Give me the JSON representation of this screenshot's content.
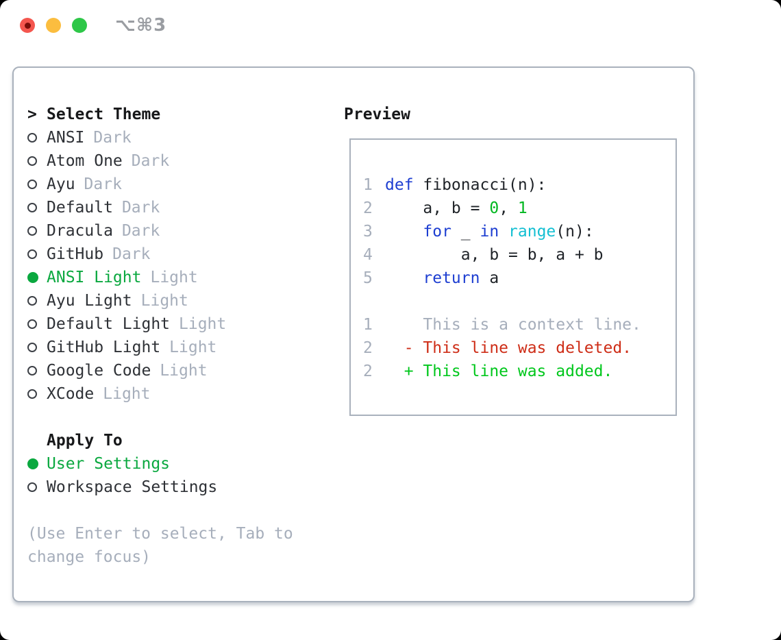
{
  "window": {
    "shortcut": "⌥⌘3",
    "buttons": {
      "close": "close",
      "minimize": "minimize",
      "zoom": "zoom"
    }
  },
  "theme_list": {
    "title_marker": ">",
    "title": "Select Theme",
    "items": [
      {
        "name": "ANSI",
        "badge": "Dark",
        "selected": false
      },
      {
        "name": "Atom One",
        "badge": "Dark",
        "selected": false
      },
      {
        "name": "Ayu",
        "badge": "Dark",
        "selected": false
      },
      {
        "name": "Default",
        "badge": "Dark",
        "selected": false
      },
      {
        "name": "Dracula",
        "badge": "Dark",
        "selected": false
      },
      {
        "name": "GitHub",
        "badge": "Dark",
        "selected": false
      },
      {
        "name": "ANSI Light",
        "badge": "Light",
        "selected": true
      },
      {
        "name": "Ayu Light",
        "badge": "Light",
        "selected": false
      },
      {
        "name": "Default Light",
        "badge": "Light",
        "selected": false
      },
      {
        "name": "GitHub Light",
        "badge": "Light",
        "selected": false
      },
      {
        "name": "Google Code",
        "badge": "Light",
        "selected": false
      },
      {
        "name": "XCode",
        "badge": "Light",
        "selected": false
      }
    ]
  },
  "apply_to": {
    "title": "Apply To",
    "options": [
      {
        "label": "User Settings",
        "selected": true
      },
      {
        "label": "Workspace Settings",
        "selected": false
      }
    ]
  },
  "hint": "(Use Enter to select, Tab to change focus)",
  "preview": {
    "title": "Preview",
    "code_lines": [
      {
        "num": "1",
        "segments": [
          {
            "text": "def",
            "cls": "kw"
          },
          {
            "text": " fibonacci(n):",
            "cls": "plain"
          }
        ]
      },
      {
        "num": "2",
        "segments": [
          {
            "text": "    a, b = ",
            "cls": "plain"
          },
          {
            "text": "0",
            "cls": "num"
          },
          {
            "text": ", ",
            "cls": "plain"
          },
          {
            "text": "1",
            "cls": "num"
          }
        ]
      },
      {
        "num": "3",
        "segments": [
          {
            "text": "    ",
            "cls": "plain"
          },
          {
            "text": "for",
            "cls": "kw"
          },
          {
            "text": " _ ",
            "cls": "plain"
          },
          {
            "text": "in",
            "cls": "kw"
          },
          {
            "text": " ",
            "cls": "plain"
          },
          {
            "text": "range",
            "cls": "builtin"
          },
          {
            "text": "(n):",
            "cls": "plain"
          }
        ]
      },
      {
        "num": "4",
        "segments": [
          {
            "text": "        a, b = b, a + b",
            "cls": "plain"
          }
        ]
      },
      {
        "num": "5",
        "segments": [
          {
            "text": "    ",
            "cls": "plain"
          },
          {
            "text": "return",
            "cls": "kw"
          },
          {
            "text": " a",
            "cls": "plain"
          }
        ]
      },
      {
        "num": "",
        "segments": []
      },
      {
        "num": "1",
        "segments": [
          {
            "text": "    This is a context line.",
            "cls": "ctx"
          }
        ]
      },
      {
        "num": "2",
        "segments": [
          {
            "text": "  - This line was deleted.",
            "cls": "del"
          }
        ]
      },
      {
        "num": "2",
        "segments": [
          {
            "text": "  + This line was added.",
            "cls": "add"
          }
        ]
      }
    ]
  },
  "colors": {
    "selection_green": "#0aa83f",
    "added_green": "#00c71c",
    "deleted_red": "#ce2d17",
    "keyword_blue": "#1d3ed1",
    "builtin_cyan": "#13bfd2",
    "number_green": "#00b71f",
    "muted_gray": "#a6aebb",
    "panel_border": "#a9b1bc",
    "traffic_red": "#f4564e",
    "traffic_yellow": "#fbbd3f",
    "traffic_green": "#2ec748"
  }
}
